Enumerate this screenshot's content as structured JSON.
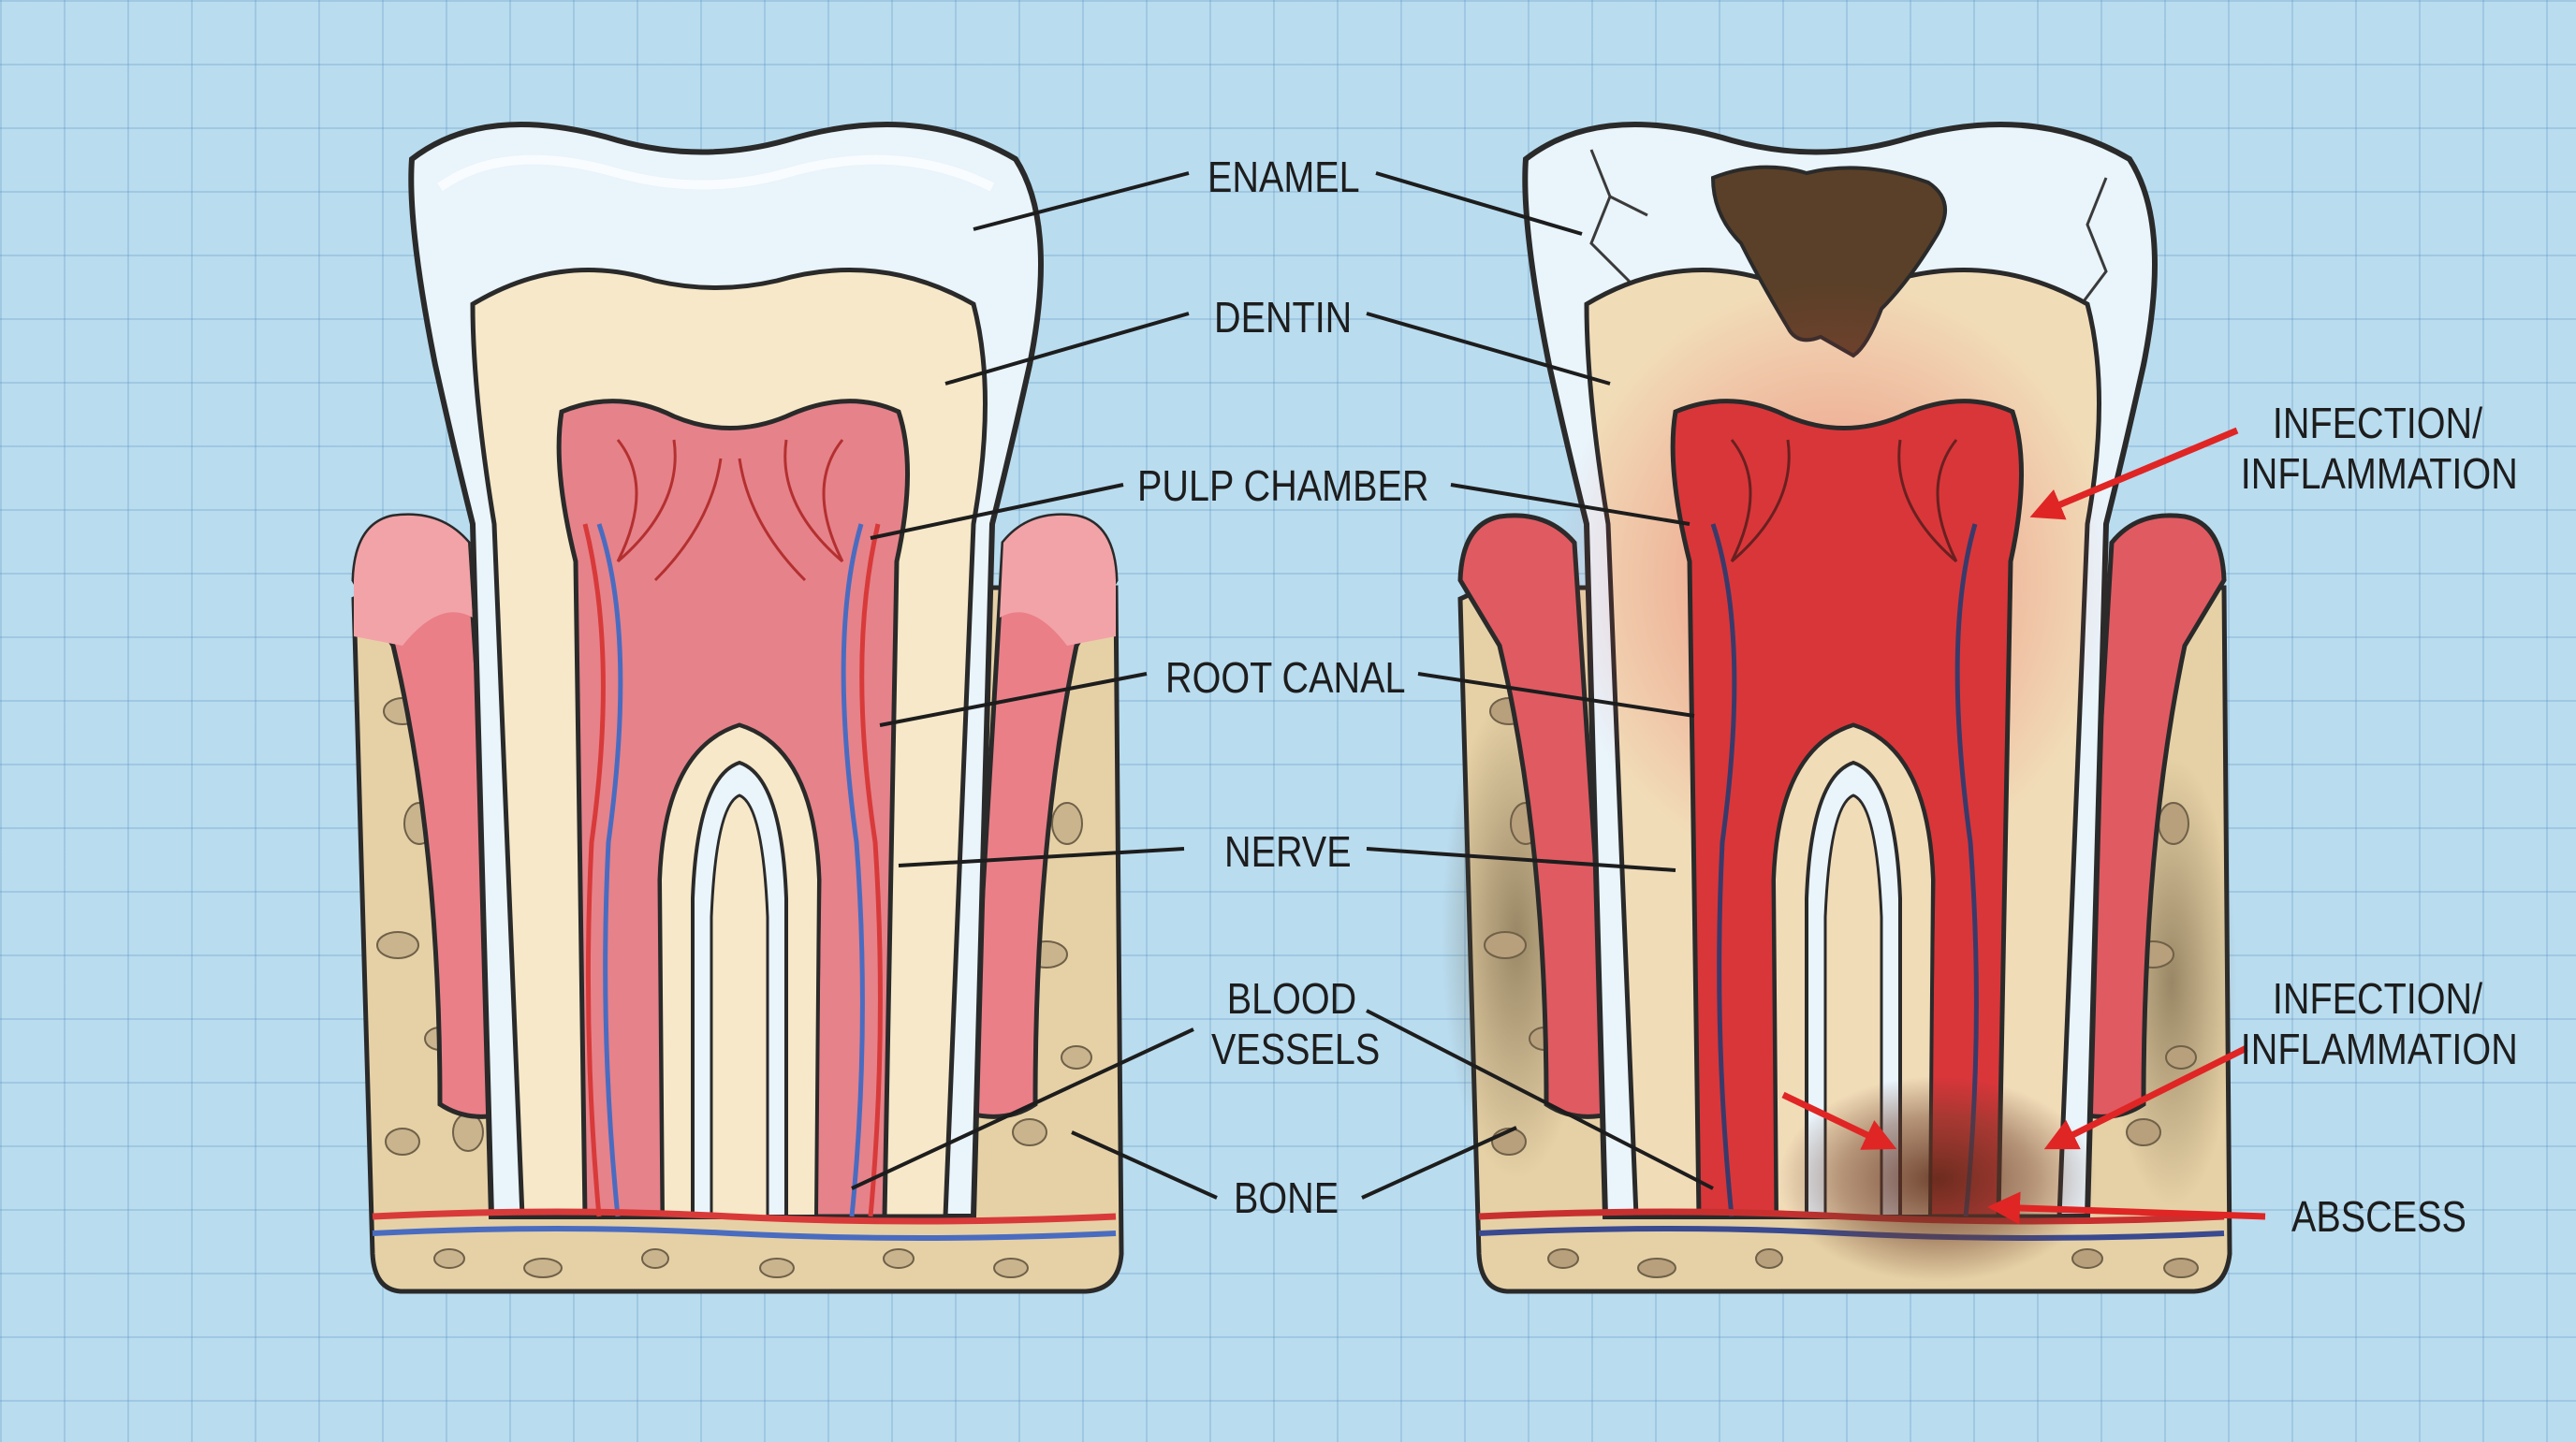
{
  "labels": {
    "enamel": "ENAMEL",
    "dentin": "DENTIN",
    "pulp_chamber": "PULP CHAMBER",
    "root_canal": "ROOT CANAL",
    "nerve": "NERVE",
    "blood_vessels_line1": "BLOOD",
    "blood_vessels_line2": "VESSELS",
    "bone": "BONE",
    "infection_upper_line1": "INFECTION/",
    "infection_upper_line2": "INFLAMMATION",
    "infection_lower_line1": "INFECTION/",
    "infection_lower_line2": "INFLAMMATION",
    "abscess": "ABSCESS"
  },
  "colors": {
    "background": "#b9dcef",
    "enamel": "#e9f4fb",
    "dentin": "#f6e8c8",
    "pulp": "#e6828a",
    "gum": "#ea7f88",
    "bone": "#e6d1a6",
    "nerve": "#4a6cc0",
    "vessel": "#d83a3a",
    "decay": "#5a4028",
    "arrow": "#e02525"
  }
}
